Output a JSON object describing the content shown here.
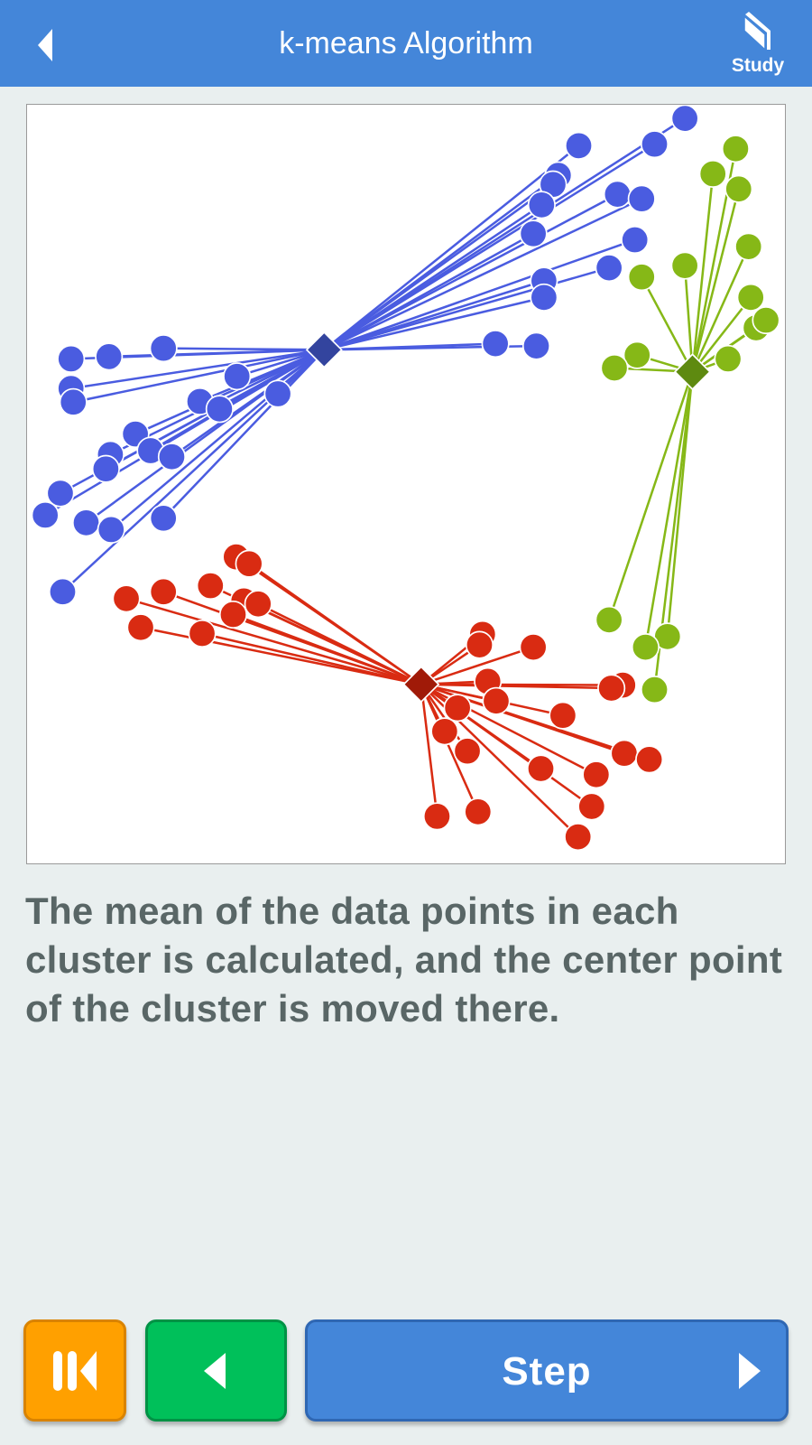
{
  "header": {
    "title": "k-means Algorithm",
    "back_icon": "chevron-left-icon",
    "study_label": "Study",
    "study_icon": "book-icon"
  },
  "description": "The mean of the data points in each cluster is calculated, and the center point of the cluster is moved there.",
  "buttons": {
    "reset_icon": "skip-to-start-icon",
    "prev_icon": "triangle-left-icon",
    "step_label": "Step",
    "step_icon": "triangle-right-icon"
  },
  "colors": {
    "header": "#4486d9",
    "reset": "#ffa000",
    "prev": "#00c05a",
    "step": "#4486d9"
  },
  "chart_data": {
    "type": "scatter",
    "title": "",
    "xlabel": "",
    "ylabel": "",
    "xlim": [
      0,
      100
    ],
    "ylim": [
      0,
      100
    ],
    "grid": false,
    "clusters": [
      {
        "name": "blue",
        "color": "#4a5ce0",
        "centroid_color": "#33449e",
        "centroid": [
          39.2,
          67.7
        ],
        "points": [
          [
            86.8,
            98.2
          ],
          [
            82.8,
            94.8
          ],
          [
            72.8,
            94.6
          ],
          [
            70.1,
            90.7
          ],
          [
            69.4,
            89.5
          ],
          [
            67.9,
            86.8
          ],
          [
            66.8,
            83.0
          ],
          [
            77.9,
            88.2
          ],
          [
            81.1,
            87.6
          ],
          [
            80.2,
            82.2
          ],
          [
            76.8,
            78.5
          ],
          [
            68.2,
            76.8
          ],
          [
            68.2,
            74.6
          ],
          [
            61.8,
            68.5
          ],
          [
            67.2,
            68.2
          ],
          [
            5.8,
            66.5
          ],
          [
            10.8,
            66.8
          ],
          [
            18.0,
            67.9
          ],
          [
            5.8,
            62.6
          ],
          [
            6.1,
            60.8
          ],
          [
            27.7,
            64.2
          ],
          [
            22.8,
            60.9
          ],
          [
            25.4,
            59.9
          ],
          [
            33.1,
            61.9
          ],
          [
            14.3,
            56.6
          ],
          [
            11.0,
            53.9
          ],
          [
            10.4,
            52.0
          ],
          [
            16.3,
            54.4
          ],
          [
            19.1,
            53.6
          ],
          [
            4.4,
            48.8
          ],
          [
            2.4,
            45.9
          ],
          [
            7.8,
            44.9
          ],
          [
            11.1,
            44.0
          ],
          [
            18.0,
            45.5
          ],
          [
            4.7,
            35.8
          ]
        ]
      },
      {
        "name": "green",
        "color": "#86b817",
        "centroid_color": "#5e8a10",
        "centroid": [
          87.8,
          64.8
        ],
        "points": [
          [
            93.5,
            94.2
          ],
          [
            90.5,
            90.9
          ],
          [
            93.9,
            88.9
          ],
          [
            95.2,
            81.3
          ],
          [
            86.8,
            78.8
          ],
          [
            81.1,
            77.3
          ],
          [
            95.5,
            74.6
          ],
          [
            96.2,
            70.6
          ],
          [
            97.5,
            71.6
          ],
          [
            92.5,
            66.5
          ],
          [
            80.5,
            67.0
          ],
          [
            77.5,
            65.3
          ],
          [
            76.8,
            32.1
          ],
          [
            84.5,
            29.9
          ],
          [
            81.6,
            28.5
          ],
          [
            82.8,
            22.9
          ]
        ]
      },
      {
        "name": "red",
        "color": "#d92b12",
        "centroid_color": "#a01a08",
        "centroid": [
          52.0,
          23.6
        ],
        "points": [
          [
            27.6,
            40.4
          ],
          [
            29.3,
            39.5
          ],
          [
            13.1,
            34.9
          ],
          [
            18.0,
            35.8
          ],
          [
            24.2,
            36.6
          ],
          [
            28.6,
            34.6
          ],
          [
            30.5,
            34.2
          ],
          [
            27.2,
            32.8
          ],
          [
            15.0,
            31.1
          ],
          [
            23.1,
            30.3
          ],
          [
            60.1,
            30.2
          ],
          [
            59.7,
            28.8
          ],
          [
            66.8,
            28.5
          ],
          [
            60.8,
            24.0
          ],
          [
            78.6,
            23.5
          ],
          [
            77.1,
            23.1
          ],
          [
            61.9,
            21.4
          ],
          [
            56.8,
            20.5
          ],
          [
            70.7,
            19.5
          ],
          [
            55.1,
            17.4
          ],
          [
            58.1,
            14.8
          ],
          [
            67.8,
            12.5
          ],
          [
            78.8,
            14.5
          ],
          [
            82.1,
            13.7
          ],
          [
            75.1,
            11.7
          ],
          [
            74.5,
            7.5
          ],
          [
            54.1,
            6.2
          ],
          [
            59.5,
            6.8
          ],
          [
            72.7,
            3.5
          ]
        ]
      }
    ]
  }
}
